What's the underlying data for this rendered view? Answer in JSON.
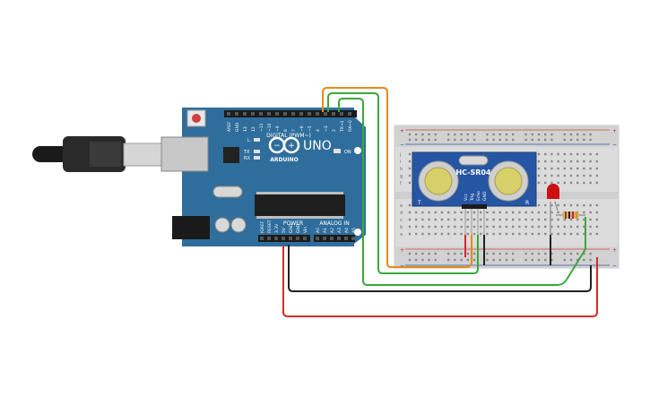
{
  "arduino": {
    "brand": "ARDUINO",
    "model": "UNO",
    "digital_label": "DIGITAL (PWM~)",
    "power_label": "POWER",
    "analog_label": "ANALOG IN",
    "on_label": "ON",
    "l_label": "L",
    "tx_label": "TX",
    "rx_label": "RX",
    "digital_pins": [
      "AREF",
      "GND",
      "13",
      "12",
      "~11",
      "~10",
      "~9",
      "8",
      "7",
      "~6",
      "~5",
      "4",
      "~3",
      "2",
      "TX→1",
      "RX←0"
    ],
    "power_pins": [
      "IOREF",
      "RESET",
      "3.3V",
      "5V",
      "GND",
      "GND",
      "Vin"
    ],
    "analog_pins": [
      "A0",
      "A1",
      "A2",
      "A3",
      "A4",
      "A5"
    ]
  },
  "sensor": {
    "name": "HC-SR04",
    "pins": [
      "Vcc",
      "Trig",
      "Echo",
      "GND"
    ],
    "left_mark": "T",
    "right_mark": "R"
  },
  "breadboard": {
    "plus": "+",
    "minus": "−",
    "row_letters_top": [
      "j",
      "i",
      "h",
      "g",
      "f"
    ],
    "row_letters_bottom": [
      "e",
      "d",
      "c",
      "b",
      "a"
    ]
  },
  "colors": {
    "board": "#2f6e9c",
    "breadboard": "#dcdcdc",
    "sensor": "#2656a3",
    "wire_orange": "#e88a1a",
    "wire_green": "#3aa83a",
    "wire_red": "#d52b2b",
    "wire_black": "#222222",
    "led": "#cc1111"
  }
}
